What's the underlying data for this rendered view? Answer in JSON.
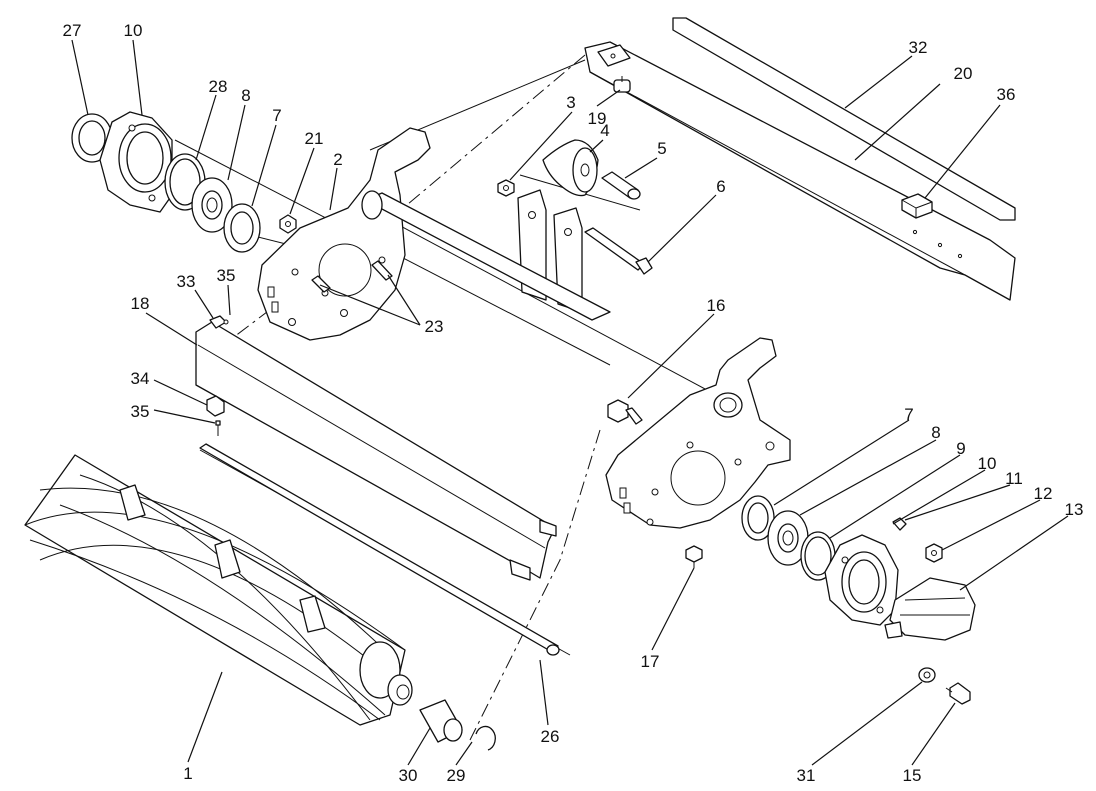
{
  "labels": [
    "27",
    "10",
    "28",
    "8",
    "7",
    "21",
    "2",
    "3",
    "4",
    "19",
    "32",
    "20",
    "36",
    "5",
    "6",
    "33",
    "35",
    "18",
    "23",
    "34",
    "35",
    "16",
    "7",
    "8",
    "9",
    "10",
    "11",
    "12",
    "13",
    "17",
    "1",
    "30",
    "29",
    "26",
    "31",
    "15"
  ]
}
